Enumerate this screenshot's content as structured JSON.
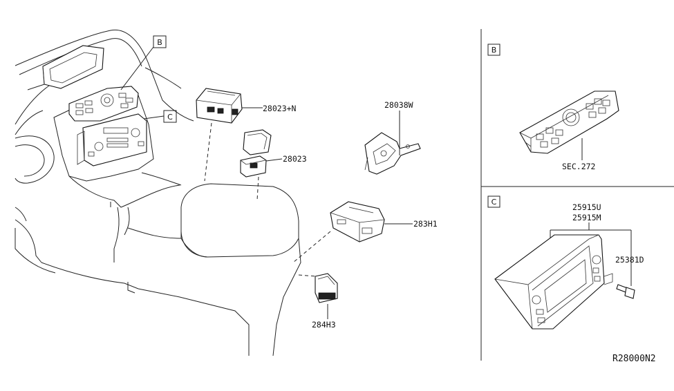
{
  "diagram": {
    "panels": {
      "B": {
        "letter": "B",
        "label": "SEC.272"
      },
      "C": {
        "letter": "C",
        "labels": [
          "25915U",
          "25915M",
          "25381D"
        ]
      }
    },
    "callouts": {
      "B": "B",
      "C": "C"
    },
    "parts": [
      {
        "id": "28023+N",
        "label": "28023+N"
      },
      {
        "id": "28023",
        "label": "28023"
      },
      {
        "id": "28038W",
        "label": "28038W"
      },
      {
        "id": "283H1",
        "label": "283H1"
      },
      {
        "id": "284H3",
        "label": "284H3"
      }
    ],
    "diagram_code": "R28000N2"
  }
}
